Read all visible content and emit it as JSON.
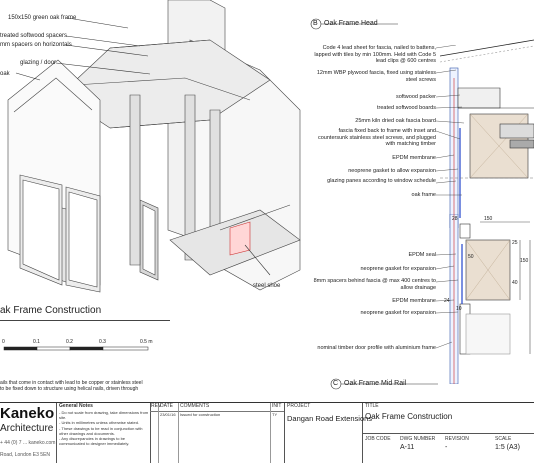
{
  "iso_labels": [
    "150x150 green oak frame",
    "treated softwood spacers",
    "mm spacers on horizontals",
    "glazing / door",
    "oak",
    "steel shoe"
  ],
  "construction_title": "ak Frame Construction",
  "scale_bar": {
    "ticks": [
      "0",
      "0.1",
      "0.2",
      "0.3",
      "0.5 m"
    ]
  },
  "construction_note": "ails that come in contact with lead to be copper or stainless steel\nto be fixed down to structure using helical nails, driven through",
  "detail_b": {
    "letter": "B",
    "title": "Oak Frame Head",
    "labels": [
      "Code 4 lead sheet for fascia, nailed to battens, lapped with tiles by min 100mm. Held with Code 5 lead clips @ 600 centres",
      "12mm WBP plywood fascia, fixed using stainless steel screws",
      "softwood packer",
      "treated softwood boards",
      "25mm kiln dried oak fascia board",
      "fascia fixed back to frame with inset and countersunk stainless steel screws, and plugged with matching timber",
      "EPDM membrane",
      "neoprene gasket to allow expansion",
      "glazing panes according to window schedule",
      "oak frame"
    ]
  },
  "detail_c": {
    "letter": "C",
    "title": "Oak Frame Mid Rail",
    "labels": [
      "EPDM seal",
      "neoprene gasket for expansion",
      "8mm spacers behind fascia @ max 400 centres to allow drainage",
      "EPDM membrane",
      "neoprene gasket for expansion",
      "nominal timber door profile with aluminium frame"
    ],
    "dims": [
      "28",
      "150",
      "50",
      "25",
      "150",
      "40",
      "24",
      "10"
    ]
  },
  "title_block": {
    "firm_line1": "Kaneko",
    "firm_line2": "Architecture",
    "firm_small": "+ 44 (0) 7 ... kaneko.com",
    "firm_address": "Road, London E3 5EN",
    "notes_title": "General Notes",
    "notes": "- Do not scale from drawing, take dimensions from site.\n- Units in millimetres unless otherwise stated.\n- These drawings to be read in conjunction with other drawings and documents.\n- Any discrepancies in drawings to be communicated to designer immediately.",
    "rev_headers": [
      "REV",
      "DATE",
      "COMMENTS",
      "INIT"
    ],
    "rev_row": [
      "",
      "23/01/16",
      "Issued for construction",
      "TY"
    ],
    "project_label": "PROJECT",
    "project": "Dangan Road Extensions",
    "title_label": "TITLE",
    "title": "Oak Frame Construction",
    "job_code_label": "JOB CODE",
    "dwg_label": "DWG NUMBER",
    "dwg": "A-11",
    "revision_label": "REVISION",
    "revision": "-",
    "scale_label": "SCALE",
    "scale": "1:5 (A3)"
  }
}
